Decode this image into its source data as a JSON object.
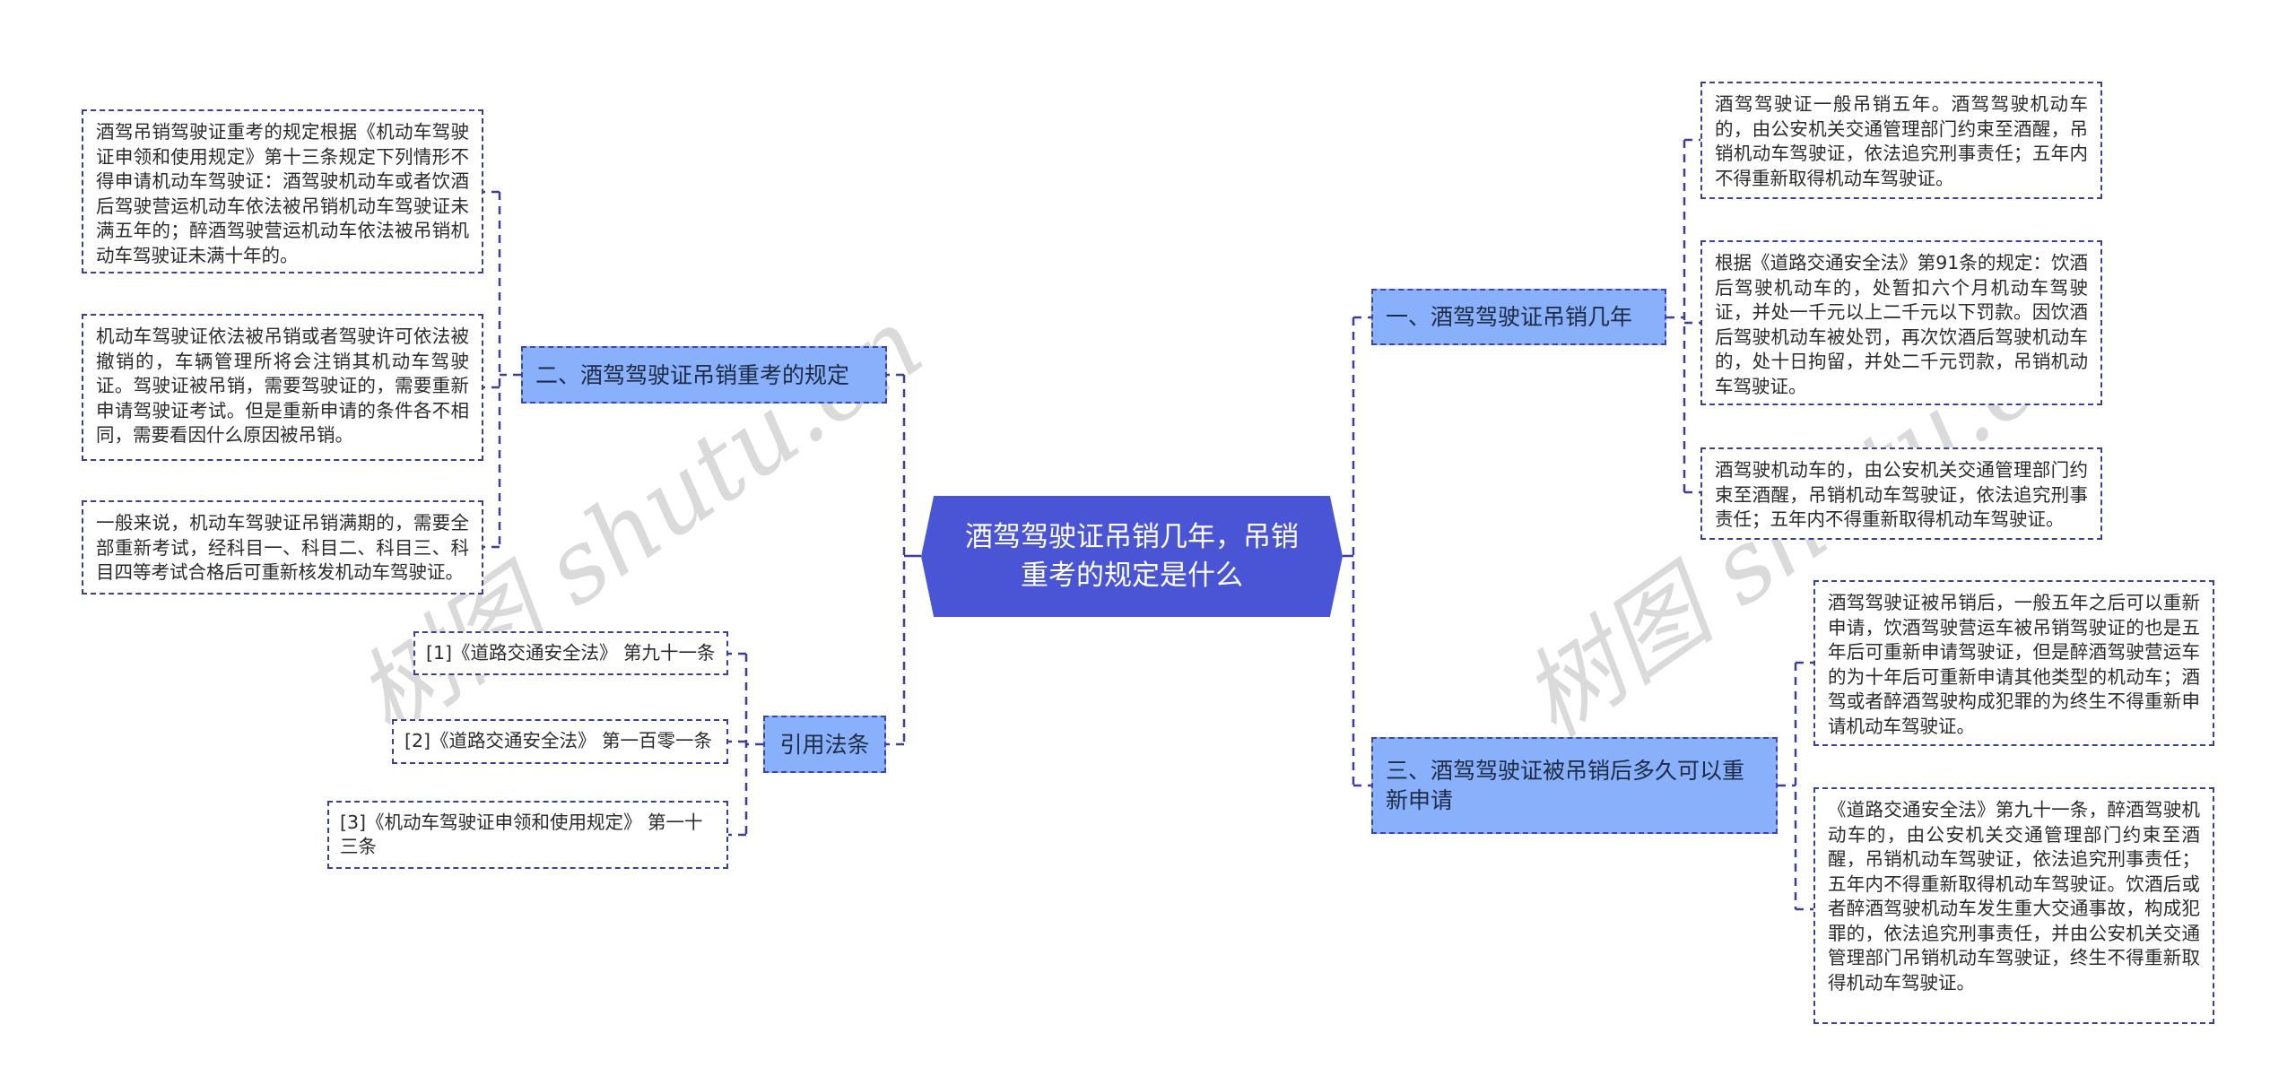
{
  "root": {
    "title": "酒驾驾驶证吊销几年，吊销重考的规定是什么",
    "color": "#4a55d6"
  },
  "branches": {
    "b1": {
      "label": "一、酒驾驾驶证吊销几年",
      "children": [
        "酒驾驾驶证一般吊销五年。酒驾驾驶机动车的，由公安机关交通管理部门约束至酒醒，吊销机动车驾驶证，依法追究刑事责任；五年内不得重新取得机动车驾驶证。",
        "根据《道路交通安全法》第91条的规定：饮酒后驾驶机动车的，处暂扣六个月机动车驾驶证，并处一千元以上二千元以下罚款。因饮酒后驾驶机动车被处罚，再次饮酒后驾驶机动车的，处十日拘留，并处二千元罚款，吊销机动车驾驶证。",
        "酒驾驶机动车的，由公安机关交通管理部门约束至酒醒，吊销机动车驾驶证，依法追究刑事责任；五年内不得重新取得机动车驾驶证。"
      ]
    },
    "b2": {
      "label": "二、酒驾驾驶证吊销重考的规定",
      "children": [
        "酒驾吊销驾驶证重考的规定根据《机动车驾驶证申领和使用规定》第十三条规定下列情形不得申请机动车驾驶证：酒驾驶机动车或者饮酒后驾驶营运机动车依法被吊销机动车驾驶证未满五年的；醉酒驾驶营运机动车依法被吊销机动车驾驶证未满十年的。",
        "机动车驾驶证依法被吊销或者驾驶许可依法被撤销的，车辆管理所将会注销其机动车驾驶证。驾驶证被吊销，需要驾驶证的，需要重新申请驾驶证考试。但是重新申请的条件各不相同，需要看因什么原因被吊销。",
        "一般来说，机动车驾驶证吊销满期的，需要全部重新考试，经科目一、科目二、科目三、科目四等考试合格后可重新核发机动车驾驶证。"
      ]
    },
    "b3": {
      "label": "三、酒驾驾驶证被吊销后多久可以重新申请",
      "children": [
        "酒驾驾驶证被吊销后，一般五年之后可以重新申请，饮酒驾驶营运车被吊销驾驶证的也是五年后可重新申请驾驶证，但是醉酒驾驶营运车的为十年后可重新申请其他类型的机动车；酒驾或者醉酒驾驶构成犯罪的为终生不得重新申请机动车驾驶证。",
        "《道路交通安全法》第九十一条，醉酒驾驶机动车的，由公安机关交通管理部门约束至酒醒，吊销机动车驾驶证，依法追究刑事责任；五年内不得重新取得机动车驾驶证。饮酒后或者醉酒驾驶机动车发生重大交通事故，构成犯罪的，依法追究刑事责任，并由公安机关交通管理部门吊销机动车驾驶证，终生不得重新取得机动车驾驶证。"
      ]
    },
    "refs": {
      "label": "引用法条",
      "children": [
        "[1]《道路交通安全法》 第九十一条",
        "[2]《道路交通安全法》 第一百零一条",
        "[3]《机动车驾驶证申领和使用规定》 第一十三条"
      ]
    }
  },
  "watermarks": [
    "树图 shutu.cn",
    "树图 shutu.cn"
  ],
  "colors": {
    "root_fill": "#4a55d6",
    "branch_fill": "#89b0fa",
    "border": "#3b3f99",
    "text": "#2b2b2b"
  }
}
